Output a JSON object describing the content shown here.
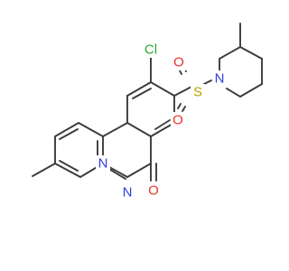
{
  "atoms": {
    "cl": {
      "text": "Cl",
      "color": "#2fa52f"
    },
    "s": {
      "text": "S",
      "color": "#b8a000"
    },
    "o_upper": {
      "text": "O",
      "color": "#e8322d"
    },
    "o_lower": {
      "text": "O",
      "color": "#e8322d"
    },
    "n_piperidine": {
      "text": "N",
      "color": "#2f3fe0"
    },
    "n_bridge": {
      "text": "N",
      "color": "#2f3fe0"
    },
    "n_ring": {
      "text": "N",
      "color": "#2f3fe0"
    },
    "o_carbonyl": {
      "text": "O",
      "color": "#e8322d"
    }
  },
  "bond_color": "#3b3b3b"
}
